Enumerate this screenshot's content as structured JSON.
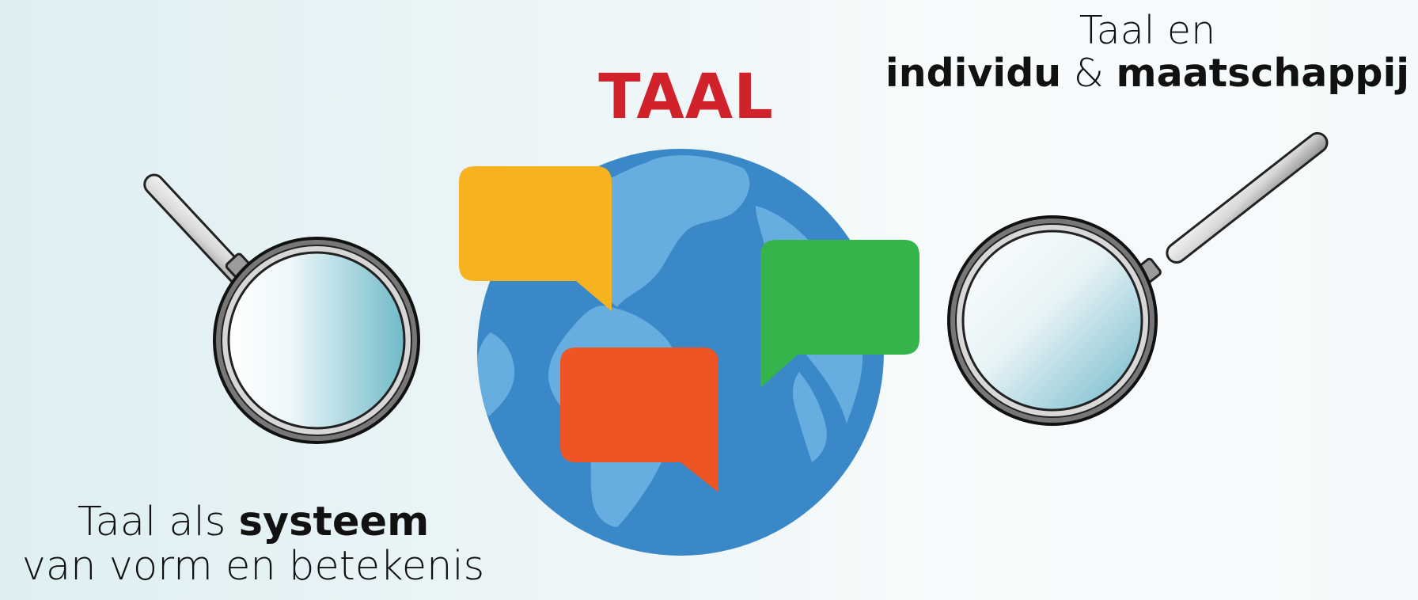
{
  "title": "TAAL",
  "captions": {
    "left": {
      "line1_prefix": "Taal als ",
      "line1_bold": "systeem",
      "line2": "van vorm en betekenis"
    },
    "right": {
      "line1": "Taal en",
      "line2_bold_1": "individu",
      "line2_mid": " & ",
      "line2_bold_2": "maatschappij"
    }
  },
  "colors": {
    "title": "#d1222b",
    "globe": "#3a88c8",
    "land": "#66aee0",
    "bubble_yellow": "#f7b21f",
    "bubble_green": "#34b44a",
    "bubble_red": "#ef5424"
  },
  "icons": {
    "left_magnifier": "magnifying-glass-icon",
    "right_magnifier": "magnifying-glass-icon",
    "globe": "globe-icon",
    "speech_bubble_yellow": "speech-bubble-icon",
    "speech_bubble_green": "speech-bubble-icon",
    "speech_bubble_red": "speech-bubble-icon"
  }
}
